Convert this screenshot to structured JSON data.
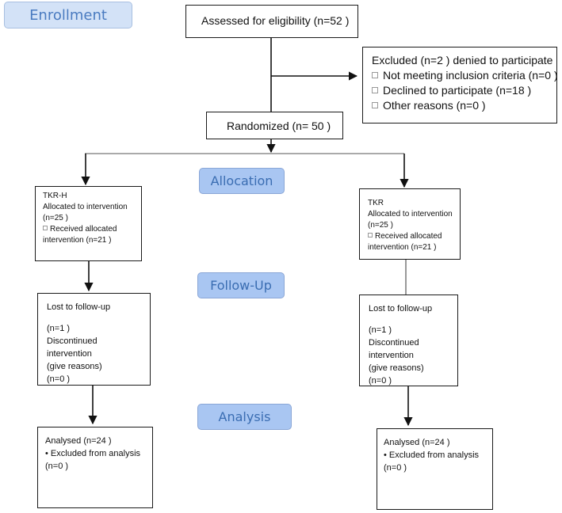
{
  "stages": {
    "enrollment": "Enrollment",
    "allocation": "Allocation",
    "follow_up": "Follow-Up",
    "analysis": "Analysis"
  },
  "eligibility": {
    "label": "Assessed for eligibility",
    "n_open": "(n=52",
    "n_close": ")"
  },
  "excluded": {
    "heading_a": "Excluded",
    "heading_n": "(n=2",
    "heading_b": ")  denied to participate",
    "items": [
      {
        "label": "Not meeting inclusion criteria",
        "n": "(n=0",
        "close": ")"
      },
      {
        "label": "Declined to participate",
        "n": "(n=18",
        "close": ")"
      },
      {
        "label": "Other reasons",
        "n": "(n=0",
        "close": ")"
      }
    ]
  },
  "randomized": {
    "label": "Randomized",
    "n_open": "(n= 50",
    "n_close": ")"
  },
  "arms": [
    {
      "name": "TKR-H",
      "allocated_label": "Allocated to intervention",
      "allocated_n": "(n=25",
      "allocated_close": ")",
      "received_label_a": "Received allocated",
      "received_label_b": "intervention",
      "received_n": "(n=21",
      "received_close": ")",
      "lost_label": "Lost to follow-up",
      "lost_n": "(n=1",
      "lost_close": ")",
      "discontinued_a": "Discontinued",
      "discontinued_b": "intervention",
      "discontinued_c": "(give reasons)",
      "discontinued_n": "(n=0",
      "discontinued_close": ")",
      "analysed_label": "Analysed",
      "analysed_n": "(n=24",
      "analysed_close": ")",
      "excluded_label": "Excluded from analysis",
      "excluded_n": "(n=0",
      "excluded_close": ")"
    },
    {
      "name": "TKR",
      "allocated_label": "Allocated to intervention",
      "allocated_n": "(n=25",
      "allocated_close": ")",
      "received_label_a": "Received allocated",
      "received_label_b": "intervention",
      "received_n": "(n=21",
      "received_close": ")",
      "lost_label": "Lost to follow-up",
      "lost_n": "(n=1",
      "lost_close": ")",
      "discontinued_a": "Discontinued",
      "discontinued_b": "intervention",
      "discontinued_c": "(give reasons)",
      "discontinued_n": "(n=0",
      "discontinued_close": ")",
      "analysed_label": "Analysed",
      "analysed_n": "(n=24",
      "analysed_close": ")",
      "excluded_label": "Excluded from analysis",
      "excluded_n": "(n=0",
      "excluded_close": ")"
    }
  ]
}
